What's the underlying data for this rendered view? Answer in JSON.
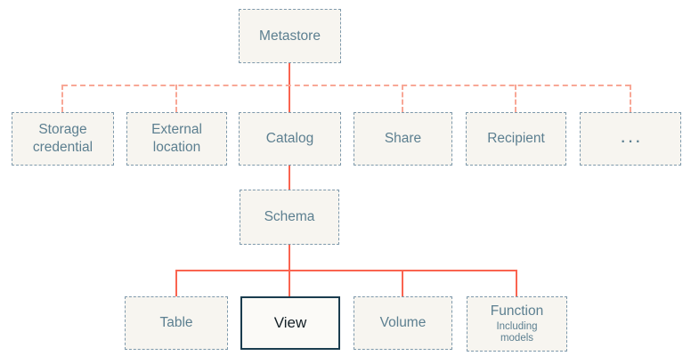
{
  "diagram": {
    "nodes": {
      "metastore": {
        "label": "Metastore"
      },
      "storage_credential": {
        "label": "Storage credential"
      },
      "external_location": {
        "label": "External location"
      },
      "catalog": {
        "label": "Catalog"
      },
      "share": {
        "label": "Share"
      },
      "recipient": {
        "label": "Recipient"
      },
      "ellipsis": {
        "label": "..."
      },
      "schema": {
        "label": "Schema"
      },
      "table": {
        "label": "Table"
      },
      "view": {
        "label": "View"
      },
      "volume": {
        "label": "Volume"
      },
      "function": {
        "label": "Function",
        "sublabel": "Including models"
      }
    },
    "highlighted_node": "view",
    "colors": {
      "box_fill": "#F7F5F0",
      "box_border": "#7E99AB",
      "box_text": "#5C7F90",
      "highlight_fill": "#FBFAF7",
      "highlight_border": "#1A3C4E",
      "highlight_text": "#131F26",
      "connector_solid": "#FA6450",
      "connector_dashed": "#F8A796"
    }
  }
}
